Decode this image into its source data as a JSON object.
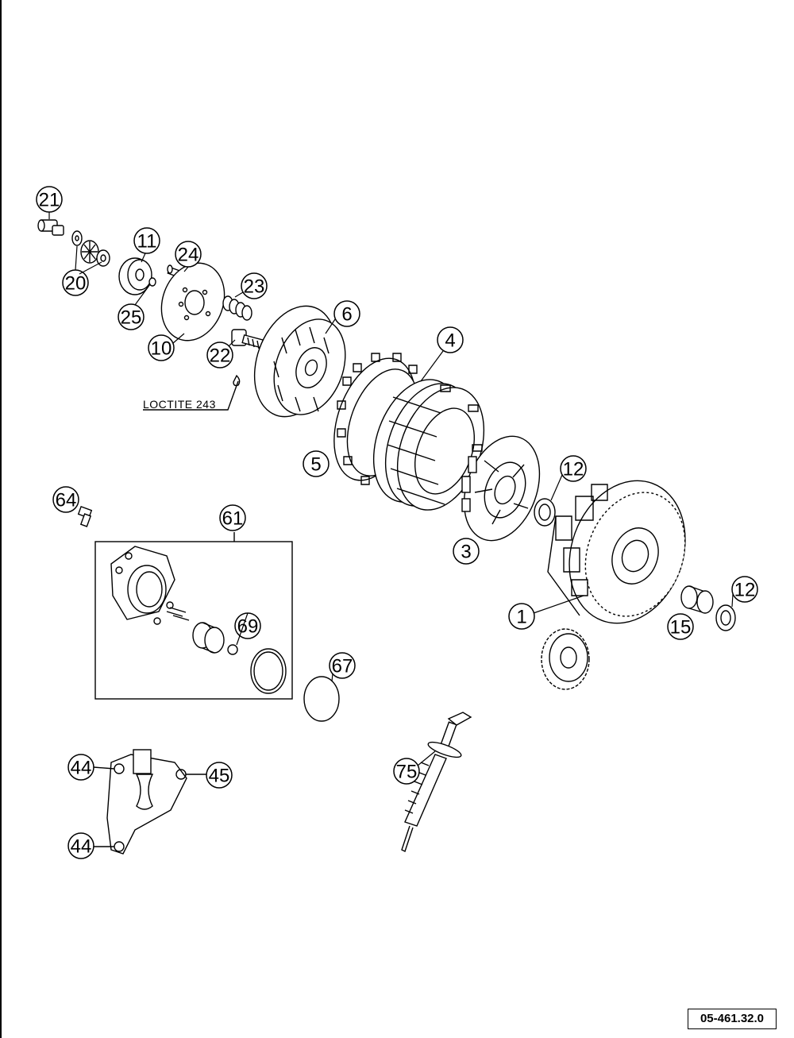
{
  "diagram": {
    "reference_code": "05-461.32.0",
    "note": "LOCTITE 243",
    "callouts": {
      "c1": "1",
      "c3": "3",
      "c4": "4",
      "c5": "5",
      "c6": "6",
      "c10": "10",
      "c11": "11",
      "c12a": "12",
      "c12b": "12",
      "c15": "15",
      "c20": "20",
      "c21": "21",
      "c22": "22",
      "c23": "23",
      "c24": "24",
      "c25": "25",
      "c44a": "44",
      "c44b": "44",
      "c45": "45",
      "c61": "61",
      "c64": "64",
      "c67": "67",
      "c69": "69",
      "c75": "75"
    }
  }
}
